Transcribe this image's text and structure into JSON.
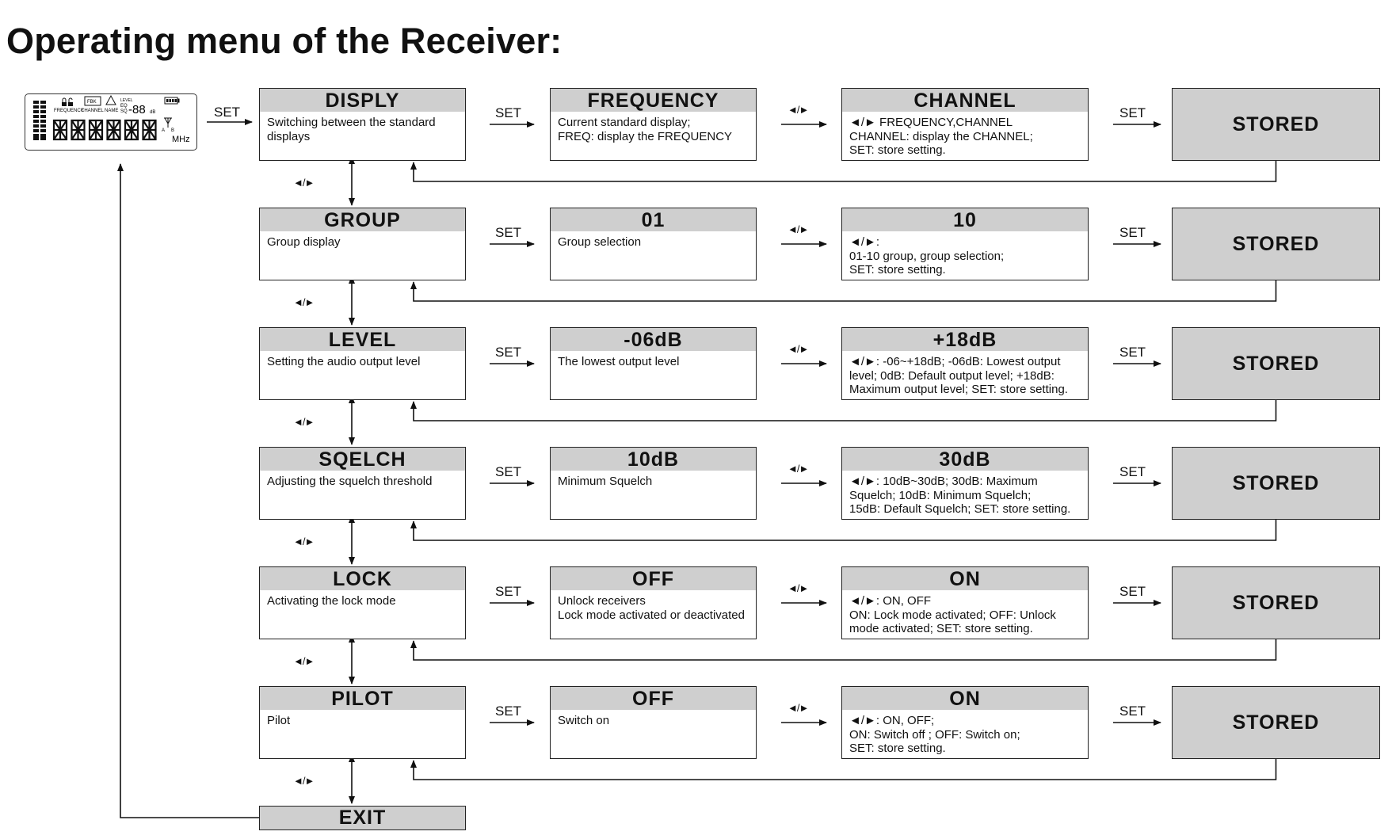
{
  "title": "Operating menu of the Receiver:",
  "set_label": "SET",
  "nav_label": "◄/►",
  "stored_label": "STORED",
  "exit_label": "EXIT",
  "lcd": {
    "freq_label": "FREQUENCY",
    "channel_label": "CHANNEL",
    "name_label": "NAME",
    "fbk_label": "FBK",
    "level_label": "LEVEL",
    "eq_label": "EQ",
    "sq_label": "SQ",
    "digits": "-88",
    "db_label": "dB",
    "mhz_label": "MHz",
    "a_label": "A",
    "b_label": "B"
  },
  "rows": [
    {
      "menu": "DISPLY",
      "menu_desc": "Switching between the standard displays",
      "opt1": "FREQUENCY",
      "opt1_desc": "Current standard display;\nFREQ: display the FREQUENCY",
      "opt2": "CHANNEL",
      "opt2_desc": "◄/► FREQUENCY,CHANNEL\nCHANNEL: display the CHANNEL;\nSET: store setting."
    },
    {
      "menu": "GROUP",
      "menu_desc": "Group display",
      "opt1": "01",
      "opt1_desc": "Group selection",
      "opt2": "10",
      "opt2_desc": "◄/►:\n01-10 group, group selection;\nSET: store setting."
    },
    {
      "menu": "LEVEL",
      "menu_desc": "Setting the audio output level",
      "opt1": "-06dB",
      "opt1_desc": "The lowest output level",
      "opt2": "+18dB",
      "opt2_desc": "◄/►: -06~+18dB; -06dB: Lowest output\nlevel; 0dB: Default output level; +18dB:\nMaximum output level; SET: store setting."
    },
    {
      "menu": "SQELCH",
      "menu_desc": "Adjusting the squelch threshold",
      "opt1": "10dB",
      "opt1_desc": "Minimum Squelch",
      "opt2": "30dB",
      "opt2_desc": "◄/►: 10dB~30dB; 30dB: Maximum\nSquelch; 10dB: Minimum Squelch;\n15dB: Default Squelch; SET: store setting."
    },
    {
      "menu": "LOCK",
      "menu_desc": "Activating the lock mode",
      "opt1": "OFF",
      "opt1_desc": "Unlock receivers\nLock mode activated or deactivated",
      "opt2": "ON",
      "opt2_desc": "◄/►: ON, OFF\nON: Lock mode activated; OFF: Unlock\nmode activated; SET: store setting."
    },
    {
      "menu": "PILOT",
      "menu_desc": "Pilot",
      "opt1": "OFF",
      "opt1_desc": "Switch on",
      "opt2": "ON",
      "opt2_desc": "◄/►: ON, OFF;\nON: Switch off ; OFF: Switch on;\nSET: store setting."
    }
  ]
}
